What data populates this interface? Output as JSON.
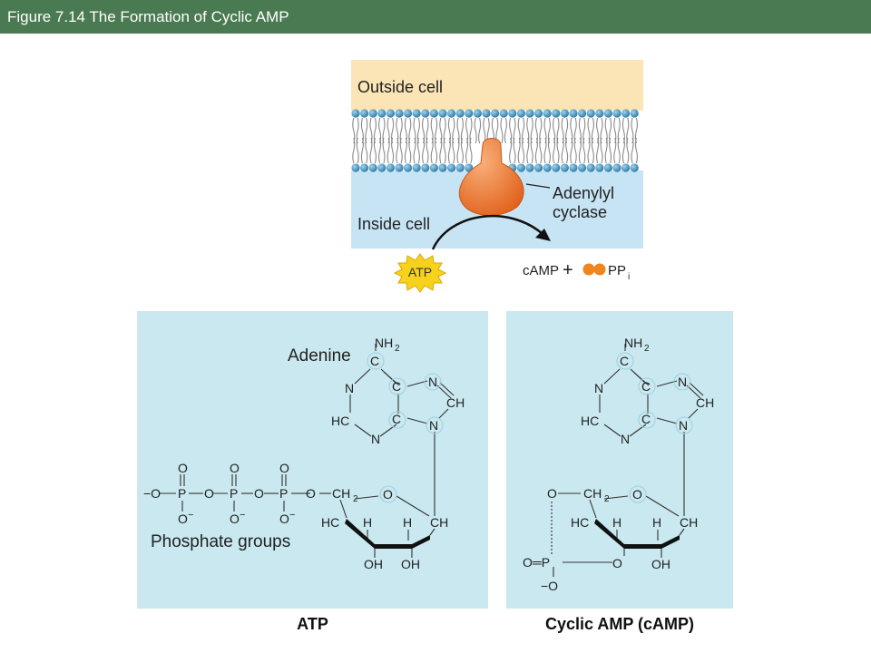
{
  "title": "Figure 7.14  The Formation of Cyclic AMP",
  "membrane": {
    "outside_label": "Outside cell",
    "inside_label": "Inside cell",
    "enzyme_label_1": "Adenylyl",
    "enzyme_label_2": "cyclase",
    "substrate_label": "ATP",
    "product_camp": "cAMP",
    "plus": "+",
    "product_ppi": "PP",
    "product_ppi_sub": "i"
  },
  "atp_panel": {
    "caption": "ATP",
    "adenine_label": "Adenine",
    "phosphate_label": "Phosphate groups",
    "atoms": {
      "NH2": "NH",
      "two": "2",
      "C": "C",
      "N": "N",
      "CH": "CH",
      "HC": "HC",
      "O": "O",
      "P": "P",
      "H": "H",
      "OH": "OH",
      "CH2": "CH",
      "Ominus": "O",
      "minus": "−",
      "minusO": "−O"
    }
  },
  "camp_panel": {
    "caption": "Cyclic AMP (cAMP)",
    "atoms": {
      "NH2": "NH",
      "two": "2",
      "C": "C",
      "N": "N",
      "CH": "CH",
      "HC": "HC",
      "O": "O",
      "P": "P",
      "H": "H",
      "OH": "OH",
      "CH2": "CH",
      "OeqP": "O═P",
      "minusO": "−O"
    }
  },
  "colors": {
    "title_bg": "#4a7a52",
    "outside_bg": "#fbe5b6",
    "inside_bg": "#c7e4f5",
    "panel_bg": "#c9e8ef",
    "lipid_head": "#4fa0c8",
    "enzyme": "#f07a2a",
    "atp_star": "#f7d21d"
  }
}
